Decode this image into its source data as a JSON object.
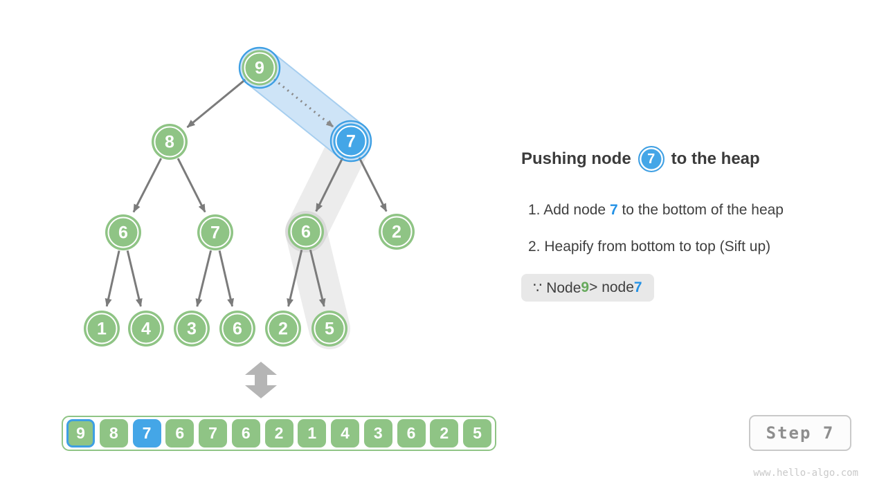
{
  "tree": {
    "nodes": [
      "9",
      "8",
      "7",
      "6",
      "7",
      "6",
      "2",
      "1",
      "4",
      "3",
      "6",
      "2",
      "5"
    ]
  },
  "array": {
    "cells": [
      "9",
      "8",
      "7",
      "6",
      "7",
      "6",
      "2",
      "1",
      "4",
      "3",
      "6",
      "2",
      "5"
    ],
    "outlined_index": 0,
    "pushed_index": 2
  },
  "panel": {
    "heading": {
      "pre": "Pushing node",
      "badge": "7",
      "post": "to the heap"
    },
    "steps": [
      {
        "pre": "1. Add node ",
        "em": "7",
        "post": " to the bottom of the heap"
      },
      {
        "pre": "2. Heapify from bottom to top (Sift up)",
        "em": "",
        "post": ""
      }
    ],
    "note": {
      "pre": "∵ Node ",
      "green": "9",
      "mid": " > node ",
      "blue": "7"
    }
  },
  "footer": {
    "step": "Step 7",
    "watermark": "www.hello-algo.com"
  },
  "colors": {
    "node_green": "#8FC485",
    "node_blue": "#44A6E7",
    "ring_blue": "#3E9FE3",
    "text_blue": "#2492E6",
    "text_green": "#66A95C",
    "edge_gray": "#7B7B7B",
    "capsule_blue_fill": "#CEE4F7",
    "capsule_blue_border": "#A6CEEF",
    "note_bg": "#E8E8E8"
  }
}
